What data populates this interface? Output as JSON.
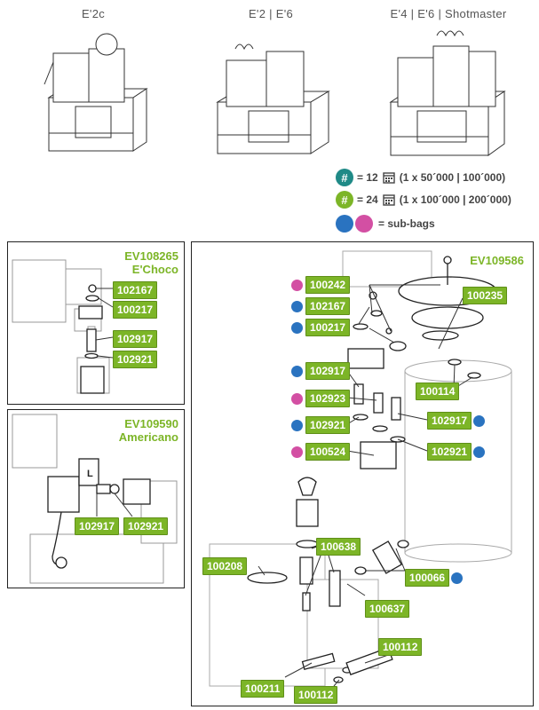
{
  "models": [
    {
      "label": "E'2c"
    },
    {
      "label": "E'2 | E'6"
    },
    {
      "label": "E'4 | E'6 | Shotmaster"
    }
  ],
  "legend": {
    "row1": {
      "badge": "#",
      "text": "= 12",
      "interval": "(1 x 50´000 | 100´000)",
      "color": "#1f8a87"
    },
    "row2": {
      "badge": "#",
      "text": "= 24",
      "interval": "(1 x 100´000 | 200´000)",
      "color": "#7cb527"
    },
    "row3": {
      "text": "= sub-bags",
      "colors": [
        "#2a73c0",
        "#d34fa3"
      ]
    }
  },
  "panel_choco": {
    "title_line1": "EV108265",
    "title_line2": "E'Choco",
    "parts": [
      "102167",
      "100217",
      "102917",
      "102921"
    ]
  },
  "panel_americano": {
    "title_line1": "EV109590",
    "title_line2": "Americano",
    "parts": [
      "102917",
      "102921"
    ]
  },
  "panel_main": {
    "title": "EV109586",
    "parts": {
      "p100242": "100242",
      "p102167": "102167",
      "p100217": "100217",
      "p100235": "100235",
      "p102917a": "102917",
      "p100114": "100114",
      "p102923": "102923",
      "p102921a": "102921",
      "p102917b": "102917",
      "p100524": "100524",
      "p102921b": "102921",
      "p100638": "100638",
      "p100208": "100208",
      "p100066": "100066",
      "p100637": "100637",
      "p100112a": "100112",
      "p100211": "100211",
      "p100112b": "100112"
    }
  },
  "colors": {
    "green": "#7cb527",
    "teal": "#1f8a87",
    "blue": "#2a73c0",
    "pink": "#d34fa3"
  }
}
